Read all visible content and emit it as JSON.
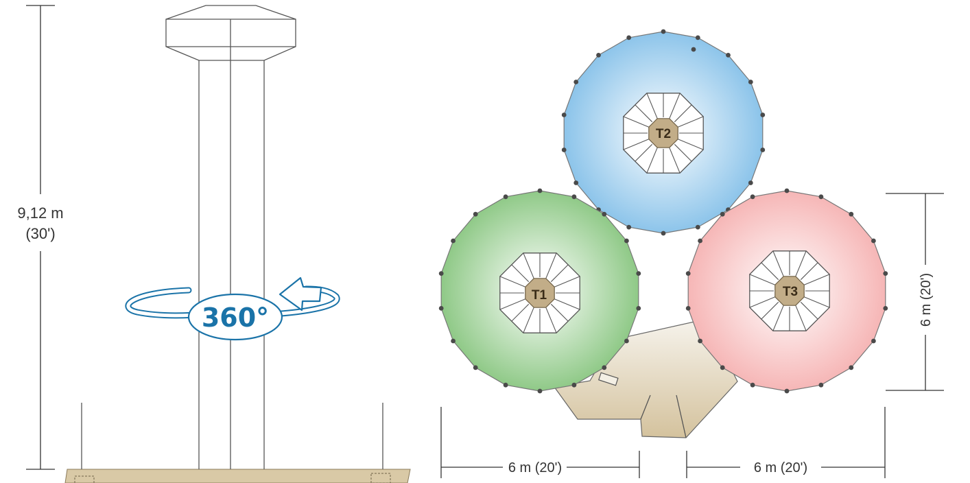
{
  "side_view": {
    "height_metric": "9,12 m",
    "height_imperial": "(30')",
    "rotation_label": "360°"
  },
  "plan_view": {
    "towers": [
      {
        "label": "T1",
        "color": "#8fc987"
      },
      {
        "label": "T2",
        "color": "#8cc4ea"
      },
      {
        "label": "T3",
        "color": "#f6b6b6"
      }
    ],
    "dim_vertical": "6 m (20')",
    "dim_bottom_left": "6 m (20')",
    "dim_bottom_right": "6 m (20')"
  },
  "colors": {
    "line": "#555555",
    "rotation_accent": "#1a73a8",
    "ground": "#d9c9a6",
    "hub": "#c2ad88"
  }
}
